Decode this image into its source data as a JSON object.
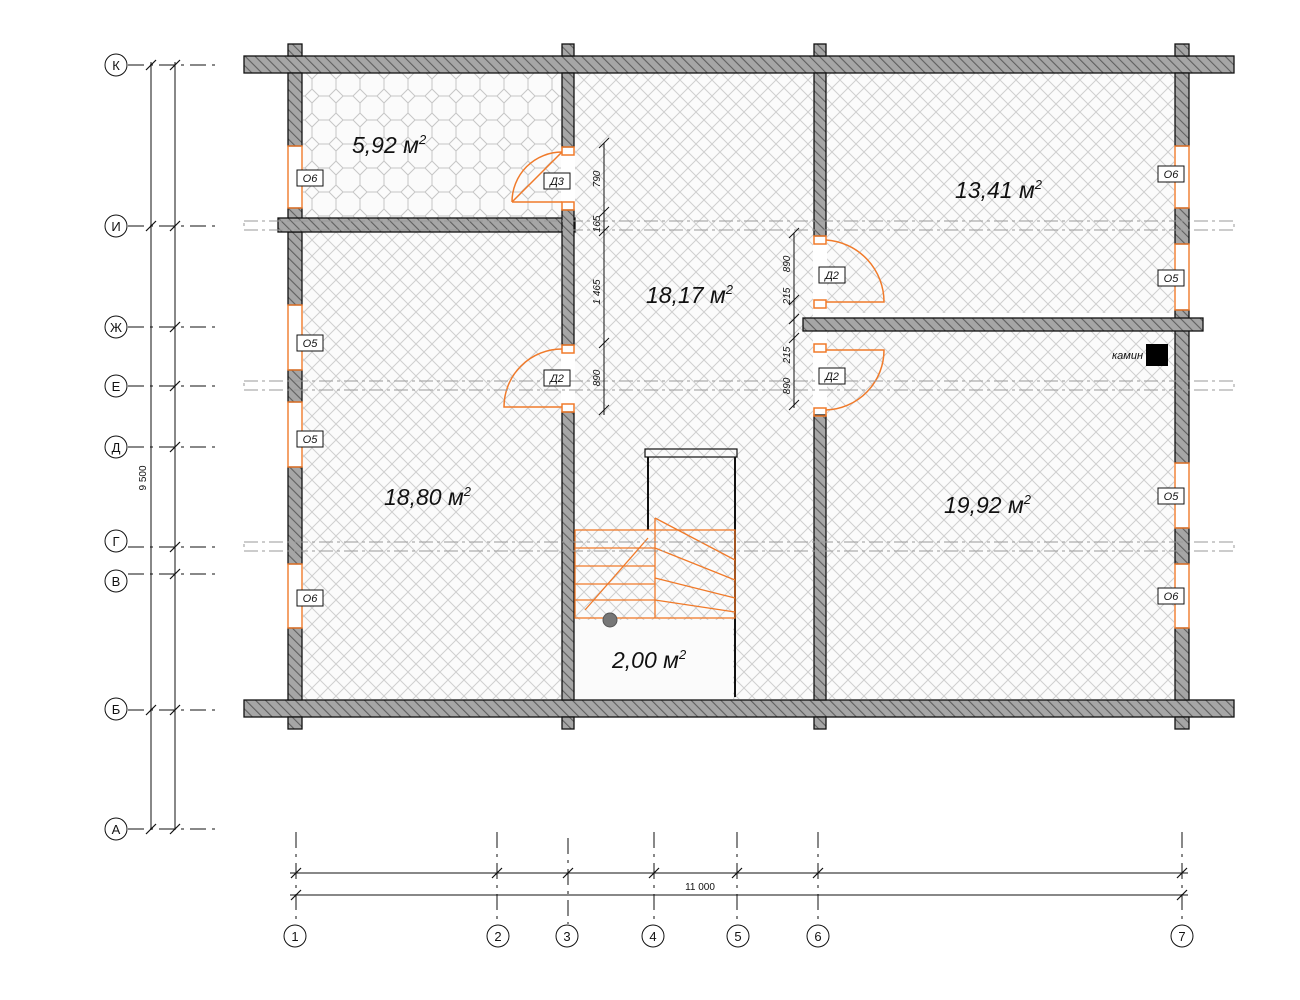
{
  "rooms": [
    {
      "id": "r1",
      "area": "5,92 м",
      "sup": "2"
    },
    {
      "id": "r2",
      "area": "18,17 м",
      "sup": "2"
    },
    {
      "id": "r3",
      "area": "13,41 м",
      "sup": "2"
    },
    {
      "id": "r4",
      "area": "18,80 м",
      "sup": "2"
    },
    {
      "id": "r5",
      "area": "19,92 м",
      "sup": "2"
    },
    {
      "id": "r6",
      "area": "2,00 м",
      "sup": "2"
    }
  ],
  "axes_rows": [
    "К",
    "И",
    "Ж",
    "Е",
    "Д",
    "Г",
    "В",
    "Б",
    "А"
  ],
  "axes_cols": [
    "1",
    "2",
    "3",
    "4",
    "5",
    "6",
    "7"
  ],
  "tags": {
    "windows": [
      "О6",
      "О5",
      "О5",
      "О6",
      "О6",
      "О5",
      "О5",
      "О6"
    ],
    "doors": [
      "Д3",
      "Д2",
      "Д2",
      "Д2"
    ]
  },
  "dimensions": {
    "total_width": "11 000",
    "total_height": "9 500",
    "v1": [
      "790",
      "165",
      "1 465",
      "890"
    ],
    "v2": [
      "890",
      "215",
      "215",
      "890"
    ]
  },
  "fireplace_label": "камин",
  "colors": {
    "wall": "#8c8c8c",
    "accent": "#f07a2a",
    "line": "#111111"
  }
}
